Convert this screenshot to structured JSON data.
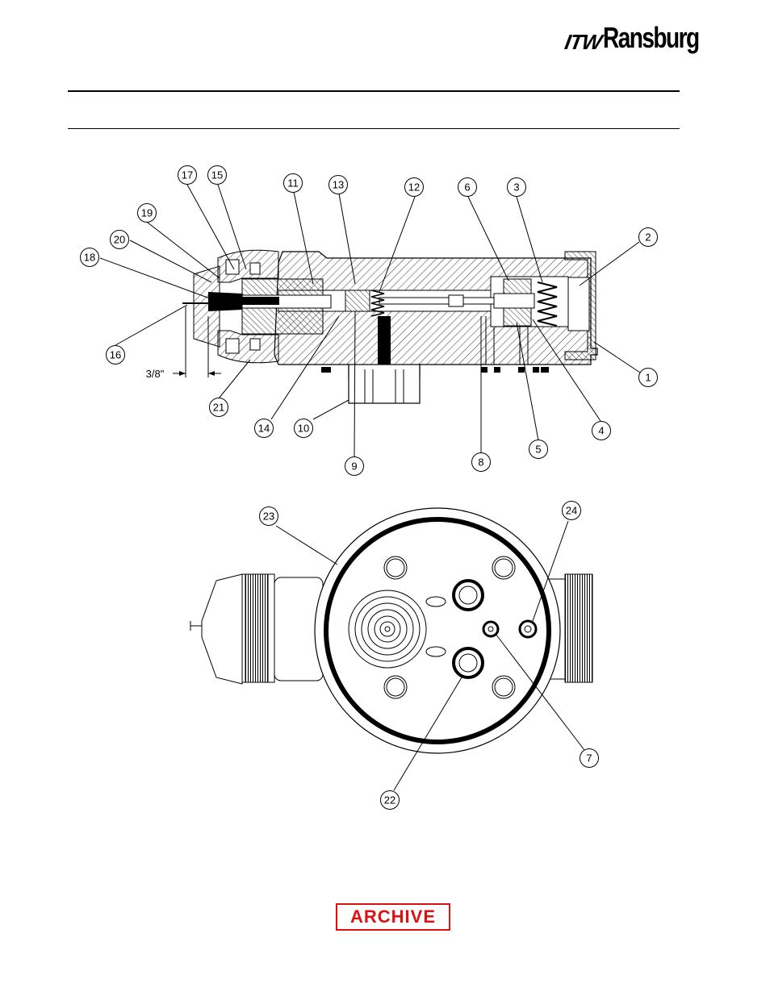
{
  "header": {
    "logo_prefix": "ITW",
    "logo_name": "Ransburg"
  },
  "dimension_label": "3/8\"",
  "callouts": [
    "1",
    "2",
    "3",
    "4",
    "5",
    "6",
    "7",
    "8",
    "9",
    "10",
    "11",
    "12",
    "13",
    "14",
    "15",
    "16",
    "17",
    "18",
    "19",
    "20",
    "21",
    "22",
    "23",
    "24"
  ],
  "stamp": {
    "label": "ARCHIVE",
    "color": "#dd1111"
  }
}
